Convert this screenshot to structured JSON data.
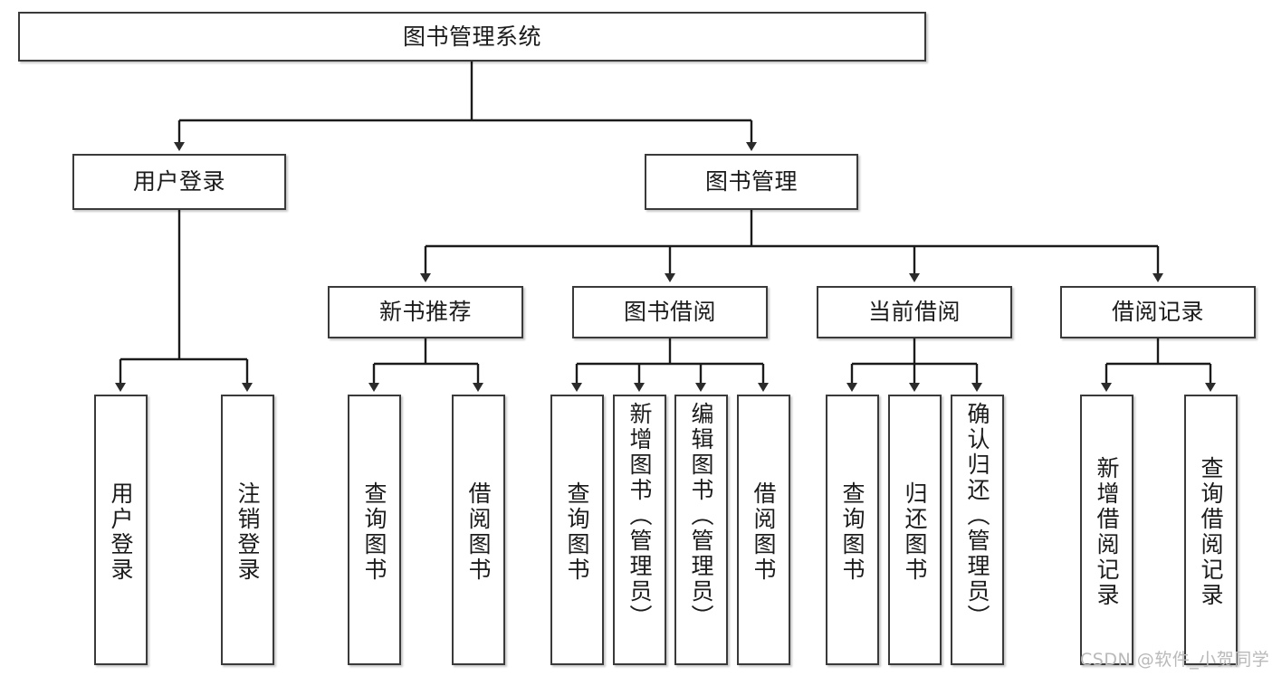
{
  "diagram": {
    "type": "tree",
    "title": "图书管理系统",
    "watermark": "CSDN @软件_小贺同学",
    "colors": {
      "box_border": "#3a3a3a",
      "box_fill": "#ffffff",
      "edge": "#1b1b1b",
      "text": "#1b1b1b",
      "watermark": "#b9b9b9"
    },
    "nodes": {
      "root": {
        "label": "图书管理系统"
      },
      "level2": [
        {
          "id": "user_login",
          "label": "用户登录"
        },
        {
          "id": "book_mgmt",
          "label": "图书管理"
        }
      ],
      "level3": [
        {
          "id": "new_book_rec",
          "label": "新书推荐"
        },
        {
          "id": "book_borrow",
          "label": "图书借阅"
        },
        {
          "id": "current_borrow",
          "label": "当前借阅"
        },
        {
          "id": "borrow_record",
          "label": "借阅记录"
        }
      ],
      "leaves": {
        "user_login": [
          {
            "id": "leaf_user_login",
            "label": "用户登录"
          },
          {
            "id": "leaf_user_logout",
            "label": "注销登录"
          }
        ],
        "new_book_rec": [
          {
            "id": "leaf_query_book_1",
            "label": "查询图书"
          },
          {
            "id": "leaf_borrow_book_1",
            "label": "借阅图书"
          }
        ],
        "book_borrow": [
          {
            "id": "leaf_query_book_2",
            "label": "查询图书"
          },
          {
            "id": "leaf_add_book",
            "label": "新增图书（管理员）"
          },
          {
            "id": "leaf_edit_book",
            "label": "编辑图书（管理员）"
          },
          {
            "id": "leaf_borrow_book_2",
            "label": "借阅图书"
          }
        ],
        "current_borrow": [
          {
            "id": "leaf_query_book_3",
            "label": "查询图书"
          },
          {
            "id": "leaf_return_book",
            "label": "归还图书"
          },
          {
            "id": "leaf_confirm_return",
            "label": "确认归还（管理员）"
          }
        ],
        "borrow_record": [
          {
            "id": "leaf_add_record",
            "label": "新增借阅记录"
          },
          {
            "id": "leaf_query_record",
            "label": "查询借阅记录"
          }
        ]
      }
    }
  }
}
